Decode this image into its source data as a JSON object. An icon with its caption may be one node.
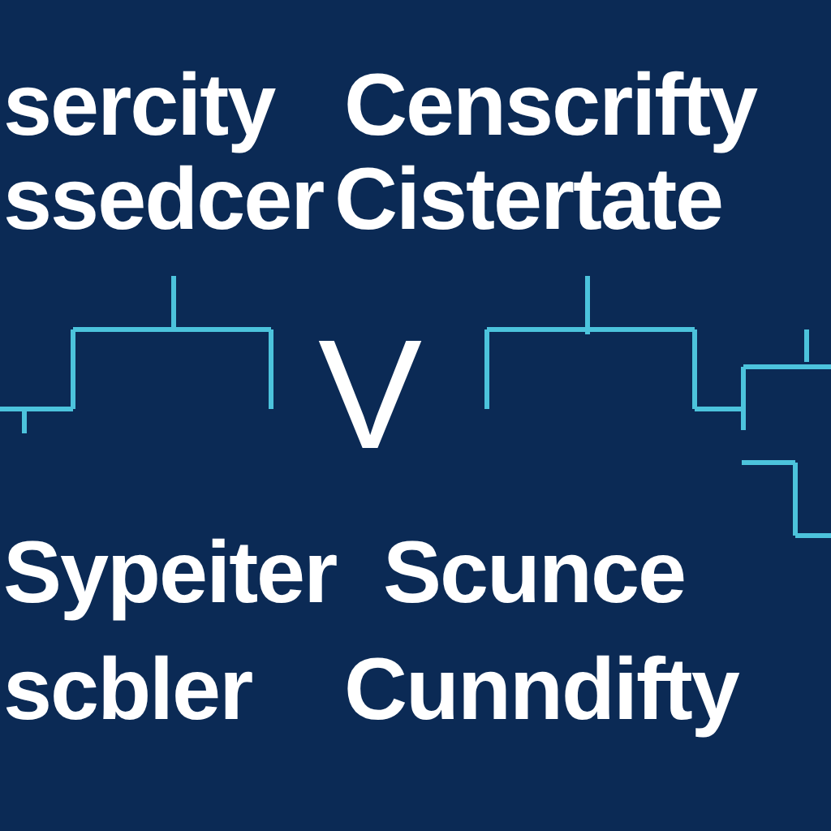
{
  "diagram": {
    "labels": [
      "sercity",
      "Censcrifty",
      "ssedcer",
      "Cistertate",
      "V",
      "Sypeiter",
      "Scunce",
      "scbler",
      "Cunndifty"
    ]
  }
}
